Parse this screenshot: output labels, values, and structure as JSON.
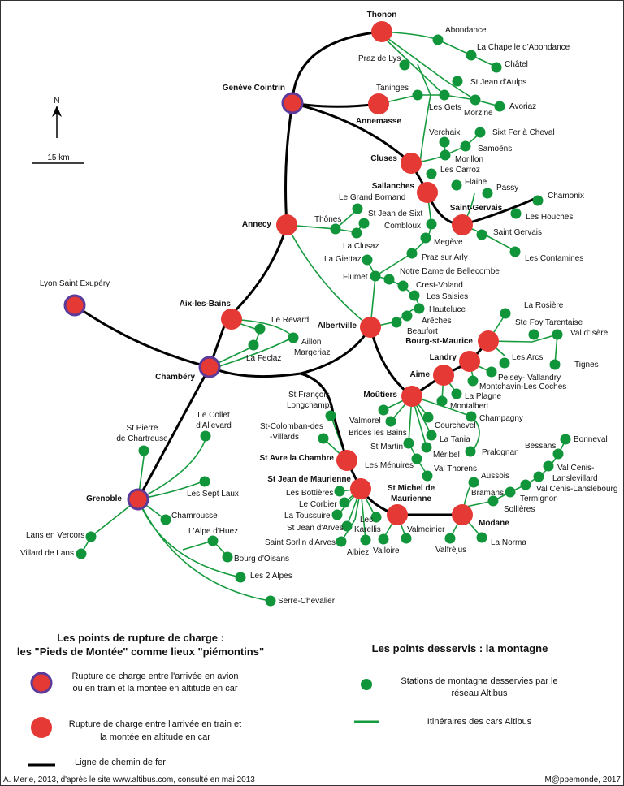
{
  "colors": {
    "hub_fill": "#e53935",
    "airport_ring": "#5b3a9a",
    "station": "#11953a",
    "route": "#159a3d",
    "rail": "#000000"
  },
  "north_arrow": {
    "label": "N"
  },
  "scale_bar": {
    "label": "15 km"
  },
  "hubs": {
    "thonon": "Thonon",
    "geneve": "Genève Cointrin",
    "annemasse": "Annemasse",
    "cluses": "Cluses",
    "sallanches": "Sallanches",
    "saint_gervais": "Saint-Gervais",
    "annecy": "Annecy",
    "lyon": "Lyon Saint Exupéry",
    "aix": "Aix-les-Bains",
    "chambery": "Chambéry",
    "albertville": "Albertville",
    "bourg": "Bourg-st-Maurice",
    "landry": "Landry",
    "aime": "Aime",
    "moutiers": "Moûtiers",
    "st_avre": "St Avre la Chambre",
    "st_jean_m": "St Jean de Maurienne",
    "st_michel_1": "St Michel de",
    "st_michel_2": "Maurienne",
    "modane": "Modane",
    "grenoble": "Grenoble"
  },
  "stations": {
    "abondance": "Abondance",
    "chapelle": "La Chapelle d'Abondance",
    "chatel": "Châtel",
    "praz_lys": "Praz de Lys",
    "st_jean_aulps": "St Jean d'Aulps",
    "taninges": "Taninges",
    "les_gets": "Les Gets",
    "morzine": "Morzine",
    "avoriaz": "Avoriaz",
    "verchaix": "Verchaix",
    "sixt": "Sixt Fer à Cheval",
    "samoens": "Samoëns",
    "morillon": "Morillon",
    "carroz": "Les Carroz",
    "flaine": "Flaine",
    "passy": "Passy",
    "chamonix": "Chamonix",
    "houches": "Les Houches",
    "saint_gervais_st": "Saint Gervais",
    "contamines": "Les Contamines",
    "grand_bornand": "Le Grand Bornand",
    "st_jean_sixt": "St Jean de Sixt",
    "thones": "Thônes",
    "combloux": "Combloux",
    "megeve": "Megève",
    "clusaz": "La Clusaz",
    "praz_arly": "Praz sur Arly",
    "giettaz": "La Giettaz",
    "notre_dame": "Notre Dame de Bellecombe",
    "flumet": "Flumet",
    "crest_voland": "Crest-Voland",
    "saisies": "Les Saisies",
    "hauteluce": "Hauteluce",
    "areches": "Arêches",
    "beaufort": "Beaufort",
    "le_revard": "Le Revard",
    "aillon_1": "Aillon",
    "aillon_2": "Margeriaz",
    "feclaz": "La Feclaz",
    "rosiere": "La Rosière",
    "ste_foy": "Ste Foy Tarentaise",
    "val_isere": "Val d'Isère",
    "les_arcs": "Les Arcs",
    "tignes": "Tignes",
    "peisey": "Peisey- Vallandry",
    "montchavin": "Montchavin-Les Coches",
    "plagne": "La Plagne",
    "montalbert": "Montalbert",
    "champagny": "Champagny",
    "valmorel": "Valmorel",
    "courchevel": "Courchevel",
    "brides": "Brides les Bains",
    "tania": "La Tania",
    "st_martin": "St Martin",
    "meribel": "Méribel",
    "pralognan": "Pralognan",
    "menuires": "Les Ménuires",
    "val_thorens": "Val Thorens",
    "st_francois_1": "St François",
    "st_francois_2": "Longchamps",
    "st_colomban_1": "St-Colomban-des",
    "st_colomban_2": "-Villards",
    "bottieres": "Les Bottières",
    "corbier": "Le Corbier",
    "toussuire": "La Toussuire",
    "st_jean_arves": "St Jean d'Arves",
    "st_sorlin": "Saint Sorlin d'Arves",
    "karellis_1": "Les",
    "karellis_2": "Karellis",
    "albiez": "Albiez",
    "valloire": "Valloire",
    "valmeinier": "Valmeinier",
    "valfrejus": "Valfréjus",
    "aussois": "Aussois",
    "bramans": "Bramans",
    "bessans": "Bessans",
    "bonneval": "Bonneval",
    "val_cenis_v_1": "Val Cenis-",
    "val_cenis_v_2": "Lanslevillard",
    "val_cenis_l": "Val Cenis-Lanslebourg",
    "termignon": "Termignon",
    "sollieres": "Sollières",
    "la_norma": "La Norma",
    "collet_1": "Le Collet",
    "collet_2": "d'Allevard",
    "st_pierre_1": "St Pierre",
    "st_pierre_2": "de Chartreuse",
    "sept_laux": "Les Sept Laux",
    "chamrousse": "Chamrousse",
    "alpe_huez": "L'Alpe d'Huez",
    "lans": "Lans en Vercors",
    "villard": "Villard de Lans",
    "bourg_oisans": "Bourg d'Oisans",
    "deux_alpes": "Les 2 Alpes",
    "serre_chevalier": "Serre-Chevalier"
  },
  "legend_left": {
    "title_line1": "Les points de rupture de charge :",
    "title_line2": "les \"Pieds de Montée\" comme lieux \"piémontins\"",
    "airport_line1": "Rupture de charge entre l'arrivée en avion",
    "airport_line2": "ou en train et la montée en altitude en car",
    "train_line1": "Rupture de charge entre l'arrivée en train et",
    "train_line2": "la montée en altitude en car",
    "rail": "Ligne de chemin de fer"
  },
  "legend_right": {
    "title": "Les points desservis : la montagne",
    "station_line1": "Stations de montagne desservies par le",
    "station_line2": "réseau Altibus",
    "route": "Itinéraires des cars Altibus"
  },
  "credits": {
    "source": "A. Merle, 2013, d'après le site www.altibus.com, consulté en mai 2013",
    "publisher": "M@ppemonde, 2017"
  }
}
